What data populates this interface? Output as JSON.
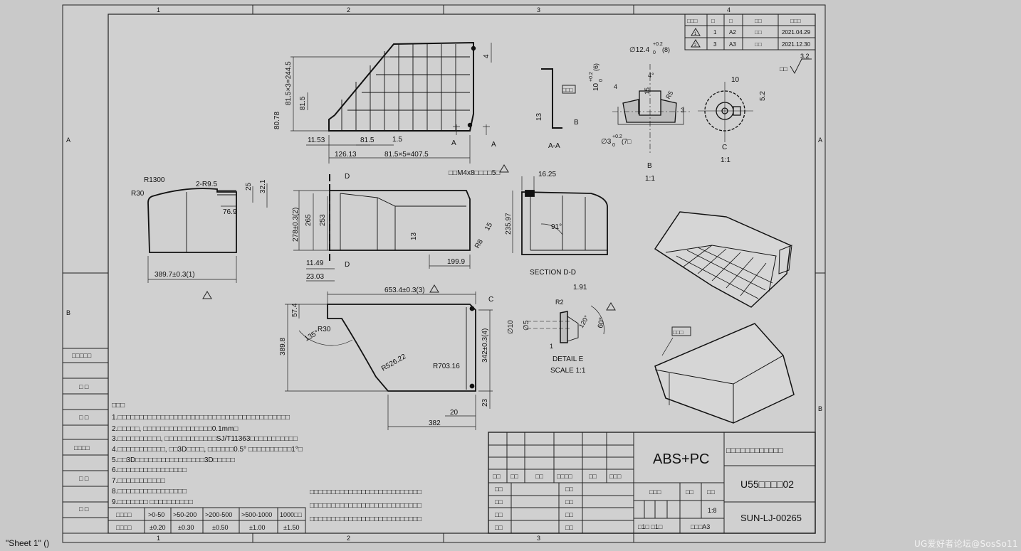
{
  "sheet": {
    "tab_label": "\"Sheet 1\"",
    "tab_suffix": "()"
  },
  "watermark": "UG爱好者论坛@SosSo11",
  "zones": {
    "top": [
      "1",
      "2",
      "3",
      "4"
    ],
    "bottom": [
      "1",
      "2",
      "3"
    ],
    "side": [
      "A",
      "B"
    ]
  },
  "revision_table": {
    "header": [
      "□□□",
      "□",
      "□",
      "□□",
      "□□□"
    ],
    "rows": [
      {
        "mark": "1",
        "num": "1",
        "zone": "A2",
        "who": "□□",
        "date": "2021.04.29"
      },
      {
        "mark": "2",
        "num": "3",
        "zone": "A3",
        "who": "□□",
        "date": "2021.12.30"
      }
    ]
  },
  "roughness": {
    "value": "3.2",
    "prefix": "□□"
  },
  "dims": {
    "grid_h1": "81.5×3=244.5",
    "grid_h2": "81.5",
    "grid_h3": "80.78",
    "d4": "4",
    "d11_53": "11.53",
    "d81_5": "81.5",
    "d1_5": "1.5",
    "d126_13": "126.13",
    "grid_w": "81.5×5=407.5",
    "sectA1": "A",
    "sectA2": "A",
    "aa_label": "A-A",
    "aa_13": "13",
    "aa_B": "B",
    "aa_box": "□□□",
    "b_dia": "∅12.4",
    "b_dia_tol": "+0.2",
    "b_dia_tol2": "0",
    "b_dia_cnt": "(8)",
    "b_10": "10",
    "b_10_tol": "+0.2",
    "b_10_tol2": "0",
    "b_10_cnt": "(6)",
    "b_4deg": "4°",
    "b_15": "15",
    "b_4": "4",
    "b_3": "3",
    "b_r5": "R5",
    "b_dia3": "∅3",
    "b_dia3_tol": "+0.2",
    "b_dia3_tol2": "0",
    "b_dia3_cnt": "(7□",
    "b_label": "B",
    "b_scale": "1:1",
    "c_10": "10",
    "c_5_2": "5.2",
    "c_label": "C",
    "c_scale": "1:1",
    "r1300": "R1300",
    "r30": "R30",
    "r9_5": "2-R9.5",
    "d25": "25",
    "d32_1": "32.1",
    "d76_9": "76.9",
    "d389_7": "389.7±0.3(1)",
    "sectD1": "D",
    "sectD2": "D",
    "d278": "278±0.3(2)",
    "d265": "265",
    "d253": "253",
    "d13": "13",
    "d11_49": "11.49",
    "d23_03": "23.03",
    "d199_9": "199.9",
    "r8": "R8",
    "d15": "15",
    "m4x8": "□□M4x8□□□□5□",
    "d16_25": "16.25",
    "d235_97": "235.97",
    "d91": "91°",
    "section_dd": "SECTION D-D",
    "d653_4": "653.4±0.3(3)",
    "c_mark": "C",
    "d57_4": "57.4",
    "r30b": "R30",
    "d135": "135°",
    "d389_8": "389.8",
    "r526": "R526.22",
    "r703": "R703.16",
    "d342": "342±0.3(4)",
    "d20": "20",
    "d23": "23",
    "d382": "382",
    "e_191": "1.91",
    "e_dia10": "∅10",
    "e_dia5": "∅5",
    "e_r2": "R2",
    "e_120": "120°",
    "e_60": "60°",
    "e_1": "1",
    "detail_e": "DETAIL E",
    "detail_scale": "SCALE 1:1",
    "iso_note": "□□□"
  },
  "notes": {
    "title": "□□□",
    "lines": [
      "1.□□□□□□□□□□□□□□□□□□□□□□□□□□□□□□□□□□□□□□□□",
      "2.□□□□□, □□□□□□□□□□□□□□□□0.1mm□",
      "3.□□□□□□□□□□, □□□□□□□□□□□□SJ/T11363□□□□□□□□□□□",
      "4.□□□□□□□□□□□, □□3D□□□□, □□□□□□0.5° □□□□□□□□□□1°□",
      "5.□□3D□□□□□□□□□□□□□□□□3D□□□□□",
      "6.□□□□□□□□□□□□□□□□",
      "7.□□□□□□□□□□□",
      "8.□□□□□□□□□□□□□□□□",
      "9.□□□□□□□ □□□□□□□□□□"
    ]
  },
  "tolerance_table": {
    "ranges": [
      "□□□□",
      ">0-50",
      ">50-200",
      ">200-500",
      ">500-1000",
      "1000□□"
    ],
    "values": [
      "□□□□",
      "±0.20",
      "±0.30",
      "±0.50",
      "±1.00",
      "±1.50"
    ]
  },
  "left_column": [
    "□□□□□",
    "□ □",
    "□ □",
    "□□□□",
    "□ □",
    "□ □"
  ],
  "center_notes": [
    "□□□□□□□□□□□□□□□□□□□□□□□□□□",
    "□□□□□□□□□□□□□□□□□□□□□□□□□□",
    "□□□□□□□□□□□□□□□□□□□□□□□□□□"
  ],
  "title_block": {
    "material": "ABS+PC",
    "company": "□□□□□□□□□□□□",
    "part_name": "U55□□□□02",
    "drawing_no": "SUN-LJ-00265",
    "scale": "1:8",
    "sheet": "□1□ □1□",
    "format": "□□□A3",
    "row_labels": [
      "□□",
      "□□",
      "□□",
      "□□□□",
      "□□",
      "□□□"
    ],
    "col_labels": [
      "□□",
      "□□",
      "□□"
    ],
    "mid_labels": [
      "□□□",
      "□□",
      "□□"
    ],
    "sub_labels": [
      "□□",
      "□□",
      "□□"
    ]
  }
}
